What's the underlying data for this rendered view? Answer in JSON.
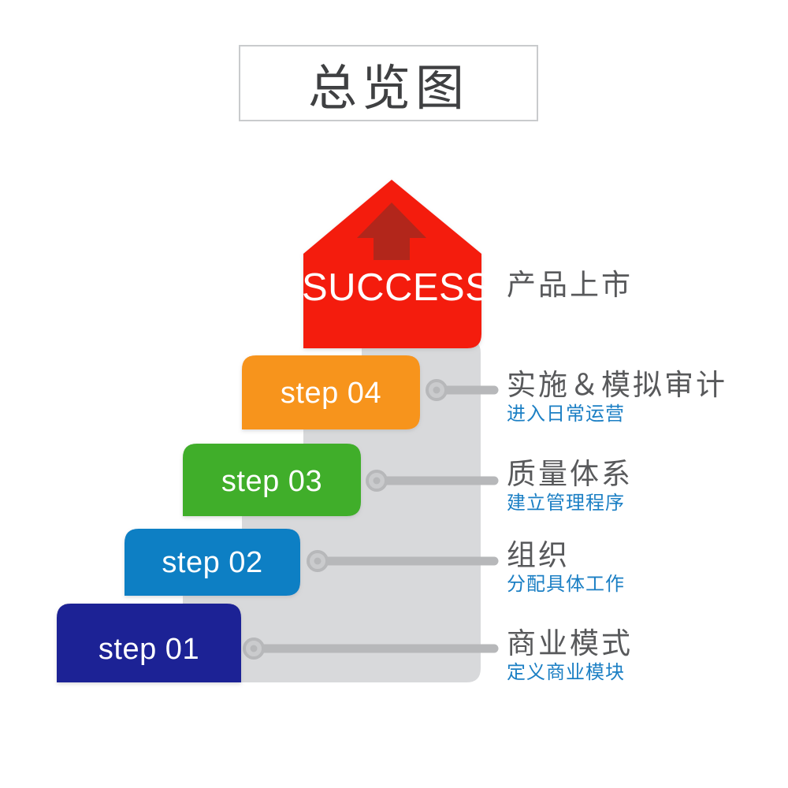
{
  "page": {
    "title": "总览图",
    "background_color": "#ffffff"
  },
  "chart_data": {
    "type": "diagram",
    "diagram_kind": "ascending-staircase-steps",
    "title": "总览图",
    "step_count": 5,
    "backdrop_color": "#d8d9db",
    "connector_color": "#b7b8ba",
    "steps": [
      {
        "id": "step-01",
        "block_label": "step 01",
        "color": "#1f2195",
        "annotation_title": "商业模式",
        "annotation_sub": "定义商业模块",
        "order": 1
      },
      {
        "id": "step-02",
        "block_label": "step 02",
        "color": "#0f7fc4",
        "annotation_title": "组织",
        "annotation_sub": "分配具体工作",
        "order": 2
      },
      {
        "id": "step-03",
        "block_label": "step 03",
        "color": "#3fae2a",
        "annotation_title": "质量体系",
        "annotation_sub": "建立管理程序",
        "order": 3
      },
      {
        "id": "step-04",
        "block_label": "step 04",
        "color": "#f7941d",
        "annotation_title": "实施＆模拟审计",
        "annotation_sub": "进入日常运营",
        "order": 4
      },
      {
        "id": "step-success",
        "block_label": "SUCCESS",
        "color": "#f41e11",
        "arrow_color": "#b2261b",
        "annotation_title": "产品上市",
        "annotation_sub": "",
        "order": 5
      }
    ],
    "annotation_title_color": "#58595b",
    "annotation_sub_color": "#1b7fc4",
    "block_label_color": "#ffffff"
  }
}
